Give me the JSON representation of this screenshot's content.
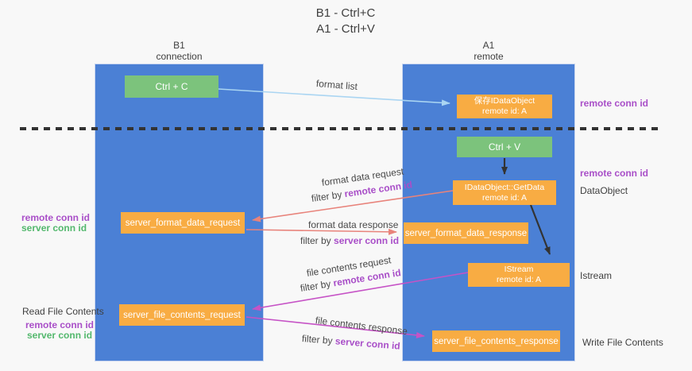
{
  "title": {
    "line1": "B1 - Ctrl+C",
    "line2": "A1 - Ctrl+V"
  },
  "lanes": {
    "left": {
      "title": "B1",
      "subtitle": "connection"
    },
    "right": {
      "title": "A1",
      "subtitle": "remote"
    }
  },
  "nodes": {
    "ctrl_c": {
      "label": "Ctrl + C"
    },
    "ctrl_v": {
      "label": "Ctrl + V"
    },
    "save_dataobject": {
      "line1": "保存IDataObject",
      "line2": "remote id: A"
    },
    "getdata": {
      "line1": "IDataObject::GetData",
      "line2": "remote id: A"
    },
    "istream": {
      "line1": "IStream",
      "line2": "remote id: A"
    },
    "server_format_data_request": {
      "label": "server_format_data_request"
    },
    "server_format_data_response": {
      "label": "server_format_data_response"
    },
    "server_file_contents_request": {
      "label": "server_file_contents_request"
    },
    "server_file_contents_response": {
      "label": "server_file_contents_response"
    }
  },
  "arrow_labels": {
    "format_list": "format list",
    "format_data_request": "format data request",
    "format_data_response": "format data response",
    "file_contents_request": "file contents request",
    "file_contents_response": "file contents response",
    "filter_by": "filter by ",
    "remote_conn_id": "remote conn id",
    "server_conn_id": "server conn id"
  },
  "annotations": {
    "left": {
      "remote_conn_id_1": "remote conn id",
      "server_conn_id_1": "server conn id",
      "read_file_contents": "Read File Contents",
      "remote_conn_id_2": "remote conn id",
      "server_conn_id_2": "server conn id"
    },
    "right": {
      "remote_conn_id_1": "remote conn id",
      "remote_conn_id_2": "remote conn id",
      "dataobject": "DataObject",
      "istream": "Istream",
      "write_file_contents": "Write File Contents"
    }
  },
  "colors": {
    "lane_blue": "#4b80d5",
    "node_orange": "#f8ac43",
    "node_green": "#7cc37c",
    "arrow_light_blue": "#aad5f2",
    "arrow_salmon": "#e8837b",
    "arrow_magenta": "#c653c6",
    "arrow_black": "#333333",
    "text_purple": "#a94fc8",
    "text_green": "#53b86d",
    "text_dark": "#3f3f3f"
  }
}
